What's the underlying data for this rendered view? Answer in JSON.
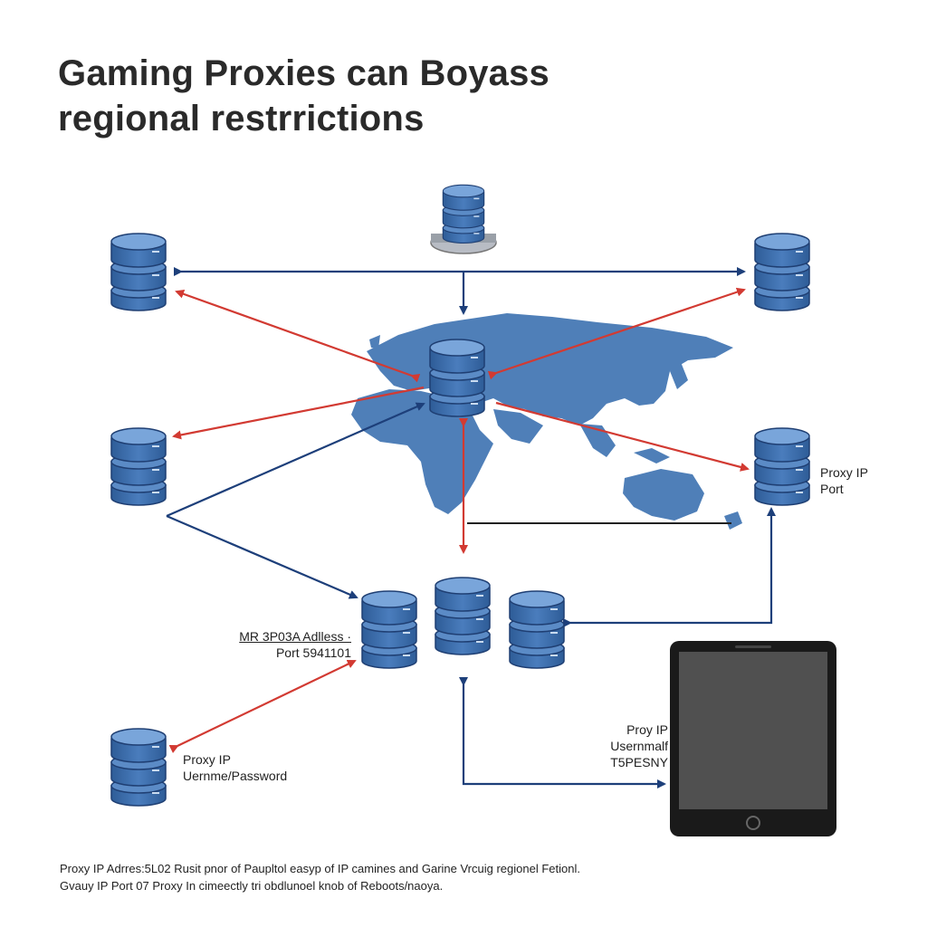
{
  "title": {
    "line1": "Gaming Proxies can Boyass",
    "line2": "regional restrrictions"
  },
  "labels": {
    "center_right_line1": "Proxy IP",
    "center_right_line2": "Port",
    "mid_left_line1": "MR 3P03A Adlless ·",
    "mid_left_line2": "Port 5941101",
    "bottom_left_line1": "Proxy IP",
    "bottom_left_line2": "Uernme/Password",
    "tablet_line1": "Proy IP",
    "tablet_line2": "Usernmalf",
    "tablet_line3": "T5PESNY"
  },
  "footer": {
    "line1": "Proxy IP Adrres:5L02 Rusit pnor of Paupltol easyp of IP camines and Garine Vrcuig regionel Fetionl.",
    "line2": "Gvauy IP Port 07 Proxy In cimeectly tri obdlunoel knob of Reboots/naoya."
  },
  "colors": {
    "server_body": "#3f6fae",
    "server_top": "#6f9bd1",
    "server_edge": "#1f3f73",
    "map": "#4f7fb8",
    "arrow_blue": "#1d3f7a",
    "arrow_red": "#d23a32",
    "tablet_frame": "#1a1a1a",
    "tablet_screen": "#505050"
  },
  "icons": {
    "server": "database-server-icon",
    "tablet": "tablet-device-icon",
    "map": "world-map"
  }
}
